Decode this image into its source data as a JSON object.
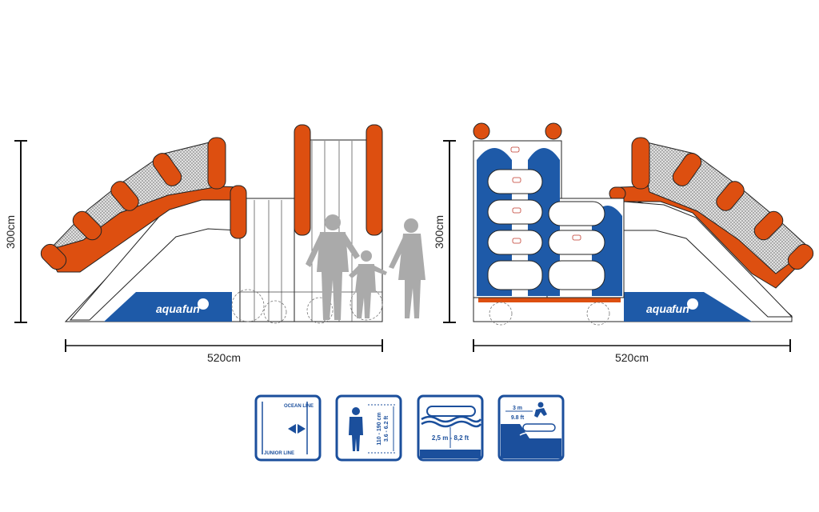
{
  "dimensions": {
    "left_height": "300cm",
    "left_width": "520cm",
    "right_height": "300cm",
    "right_width": "520cm"
  },
  "brand": {
    "logo_left": "aqua",
    "logo_right": "fun"
  },
  "icons": {
    "line_icon": {
      "ocean_label": "OCEAN LINE",
      "junior_label": "JUNIOR LINE"
    },
    "height_icon": {
      "height_range": "110 - 190 cm",
      "height_range_ft": "3.6 - 6.2 ft"
    },
    "depth_icon": {
      "depth_range": "2,5 m - 8,2 ft"
    },
    "clearance_icon": {
      "distance_m": "3 m",
      "distance_ft": "9.8 ft"
    }
  },
  "colors": {
    "orange": "#dd4f10",
    "blue": "#1e5aa8",
    "icon_blue": "#1b4f9c",
    "silhouette": "#aaaaaa"
  }
}
